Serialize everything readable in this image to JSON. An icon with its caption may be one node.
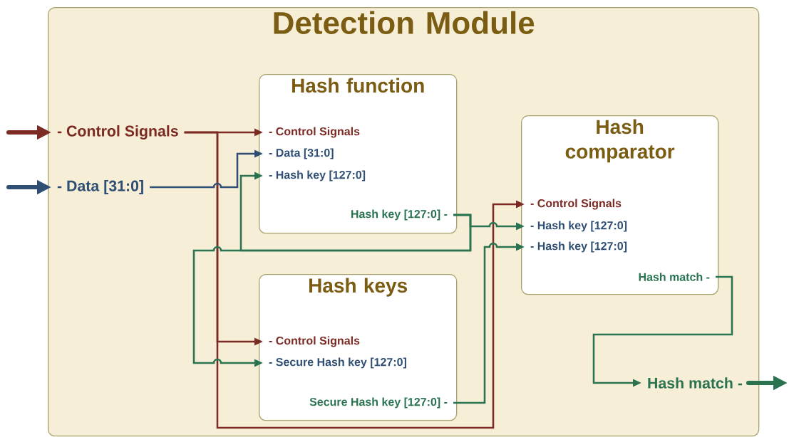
{
  "diagram": {
    "nodes": [
      {
        "text": [
          "Detection Module"
        ]
      },
      {
        "text": [
          "- Control Signals"
        ],
        "in": 0
      },
      {
        "text": [
          "- Data [31:0]"
        ],
        "in": 0
      },
      {
        "text": [
          "Hash function"
        ],
        "in": 0
      },
      {
        "text": [
          "- Control Signals"
        ],
        "in": 3
      },
      {
        "text": [
          "- Data [31:0]"
        ],
        "in": 3
      },
      {
        "text": [
          "- Hash key [127:0]"
        ],
        "in": 3
      },
      {
        "text": [
          "Hash key [127:0] -"
        ],
        "in": 3
      },
      {
        "text": [
          "Hash comparator"
        ],
        "in": 0
      },
      {
        "text": [
          "- Control Signals"
        ],
        "in": 8
      },
      {
        "text": [
          "- Hash key [127:0]"
        ],
        "in": 8
      },
      {
        "text": [
          "- Hash key [127:0]"
        ],
        "in": 8
      },
      {
        "text": [
          "Hash match -"
        ],
        "in": 8
      },
      {
        "text": [
          "Hash keys"
        ],
        "in": 0
      },
      {
        "text": [
          "- Control Signals"
        ],
        "in": 13
      },
      {
        "text": [
          "- Secure Hash key [127:0]"
        ],
        "in": 13
      },
      {
        "text": [
          "Secure Hash key [127:0] -"
        ],
        "in": 13
      },
      {
        "text": [
          "Hash match -"
        ],
        "in": 0
      }
    ],
    "edges": [
      {
        "from": null,
        "to": 1,
        "arrow": "to",
        "style": "thick",
        "color": "#7b2a24"
      },
      {
        "from": null,
        "to": 2,
        "arrow": "to",
        "style": "thick",
        "color": "#2e4e73"
      },
      {
        "from": 1,
        "to": 4,
        "arrow": "to",
        "color": "#7b2a24"
      },
      {
        "from": 1,
        "to": 14,
        "arrow": "to",
        "color": "#7b2a24"
      },
      {
        "from": 1,
        "to": 9,
        "arrow": "to",
        "color": "#7b2a24"
      },
      {
        "from": 2,
        "to": 5,
        "arrow": "to",
        "color": "#2e4e73"
      },
      {
        "from": 7,
        "to": 6,
        "arrow": "to"
      },
      {
        "from": 7,
        "to": 15,
        "arrow": "to"
      },
      {
        "from": 7,
        "to": 10,
        "arrow": "to"
      },
      {
        "from": 16,
        "to": 11,
        "arrow": "to"
      },
      {
        "from": 12,
        "to": 17,
        "arrow": "to"
      },
      {
        "from": 17,
        "to": null,
        "arrow": "to",
        "style": "thick"
      }
    ]
  }
}
